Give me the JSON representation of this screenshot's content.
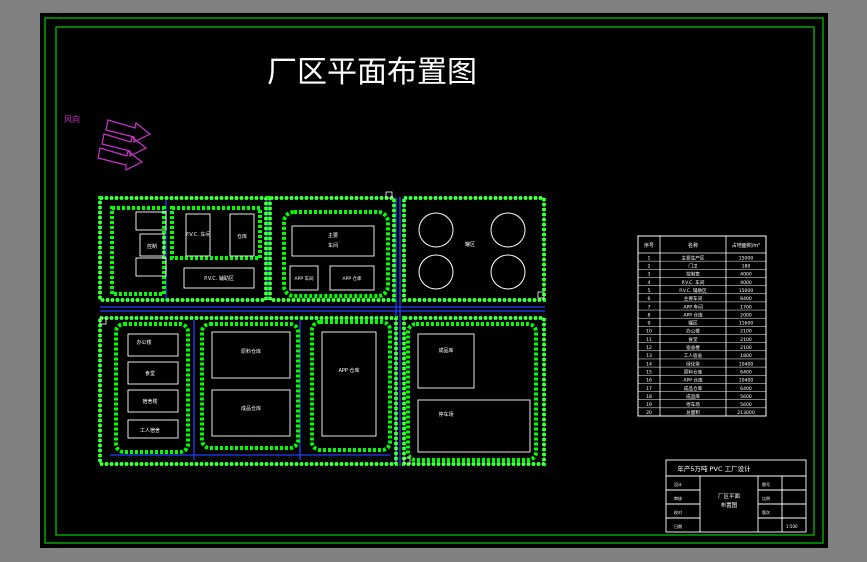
{
  "drawing": {
    "title": "厂区平面布置图",
    "wind_label": "风向"
  },
  "blocks": {
    "control_room": "控制",
    "pvc_workshop": "P.V.C. 车间",
    "warehouse": "仓库",
    "other_workshop": "P.V.C. 辅助区",
    "main_workshop_line1": "主要",
    "main_workshop_line2": "车间",
    "app_left": "APP 车间",
    "app_right": "APP 仓库",
    "tank_farm": "罐区",
    "office": "办公楼",
    "canteen": "食堂",
    "dorm": "宿舍楼",
    "workers": "工人宿舍",
    "raw_storage": "原料仓库",
    "product_storage": "成品仓库",
    "app_storage": "APP 仓库",
    "finished_goods": "成品库",
    "parking": "停车场"
  },
  "schedule": {
    "headers": [
      "序号",
      "名称",
      "占地面积/m²"
    ],
    "rows": [
      [
        "1",
        "主要生产区",
        "15000"
      ],
      [
        "2",
        "门卫",
        "180"
      ],
      [
        "3",
        "控制室",
        "4000"
      ],
      [
        "4",
        "P.V.C. 车间",
        "4000"
      ],
      [
        "5",
        "P.V.C. 辅助区",
        "15000"
      ],
      [
        "6",
        "主要车间",
        "8400"
      ],
      [
        "7",
        "APP 车间",
        "1700"
      ],
      [
        "8",
        "APP 仓库",
        "2000"
      ],
      [
        "9",
        "罐区",
        "11600"
      ],
      [
        "10",
        "办公楼",
        "2100"
      ],
      [
        "11",
        "食堂",
        "2100"
      ],
      [
        "12",
        "宿舍楼",
        "2100"
      ],
      [
        "13",
        "工人宿舍",
        "1800"
      ],
      [
        "14",
        "绿化带",
        "10400"
      ],
      [
        "15",
        "原料仓库",
        "6400"
      ],
      [
        "16",
        "APP 仓库",
        "10400"
      ],
      [
        "17",
        "成品仓库",
        "6400"
      ],
      [
        "18",
        "成品库",
        "5600"
      ],
      [
        "19",
        "停车场",
        "5600"
      ],
      [
        "20",
        "总面积",
        "213000"
      ]
    ]
  },
  "title_block": {
    "project": "年产5万吨 PVC 工厂设计",
    "drawing_name_line1": "厂区平面",
    "drawing_name_line2": "布置图",
    "labels": [
      "设计",
      "审核",
      "校对",
      "日期"
    ],
    "right_labels": [
      "图号",
      "比例",
      "版次"
    ],
    "scale": "1:500"
  }
}
